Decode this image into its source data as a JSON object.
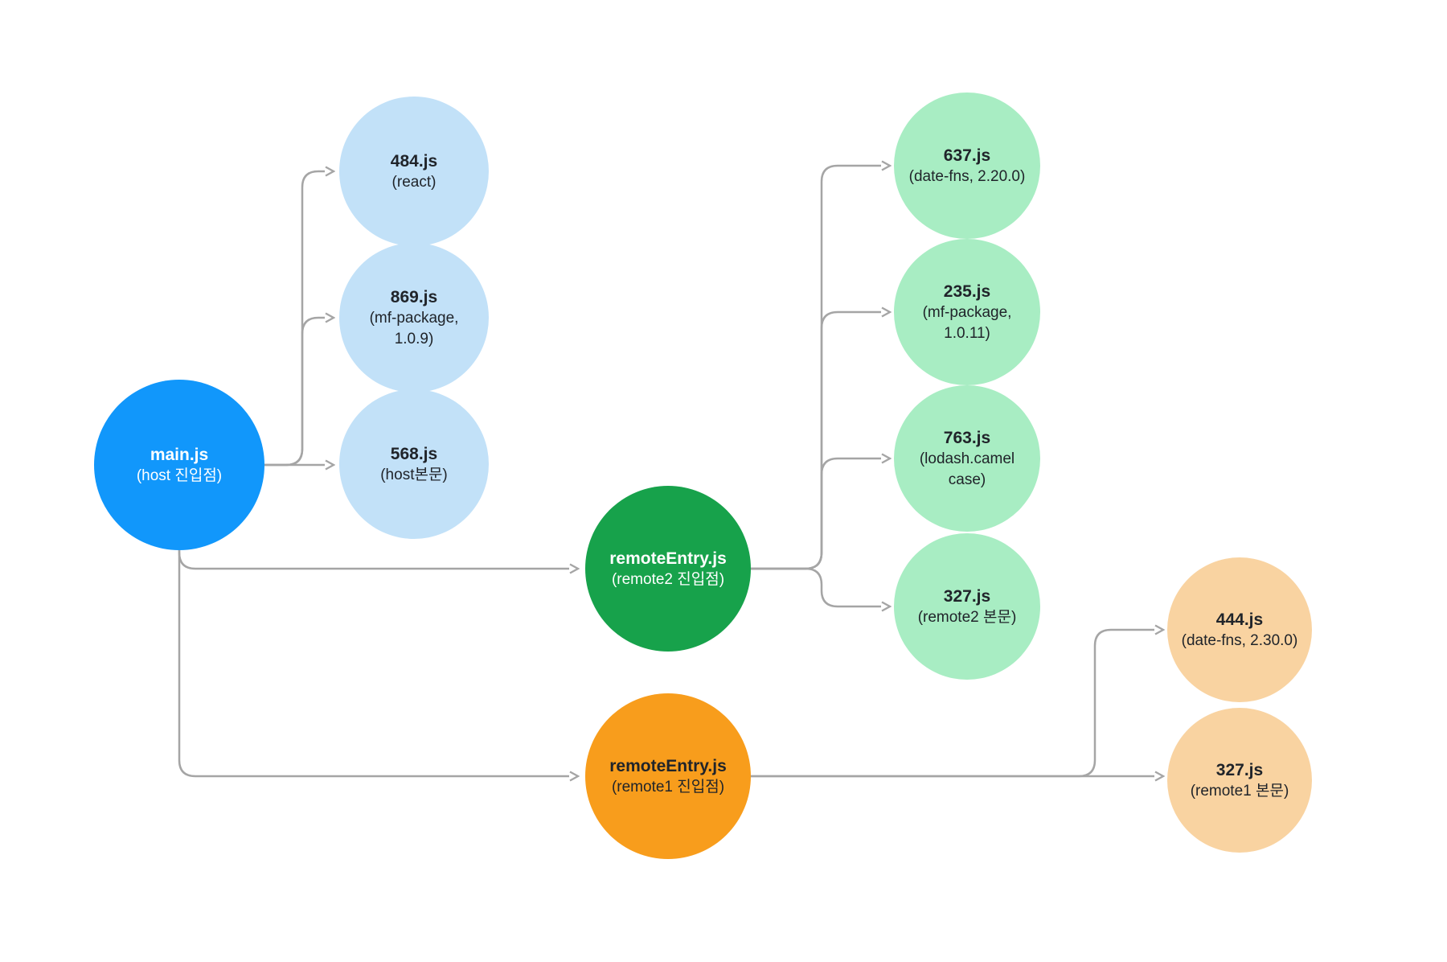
{
  "nodes": [
    {
      "id": "main",
      "title": "main.js",
      "subtitle": "(host 진입점)",
      "fill": "#1197fb",
      "text_color": "#ffffff"
    },
    {
      "id": "chunk484",
      "title": "484.js",
      "subtitle": "(react)",
      "fill": "#c2e1f8",
      "text_color": "#20242a"
    },
    {
      "id": "chunk869",
      "title": "869.js",
      "subtitle": "(mf-package, 1.0.9)",
      "fill": "#c2e1f8",
      "text_color": "#20242a"
    },
    {
      "id": "chunk568",
      "title": "568.js",
      "subtitle": "(host본문)",
      "fill": "#c2e1f8",
      "text_color": "#20242a"
    },
    {
      "id": "remote2",
      "title": "remoteEntry.js",
      "subtitle": "(remote2 진입점)",
      "fill": "#17a24b",
      "text_color": "#ffffff"
    },
    {
      "id": "chunk637",
      "title": "637.js",
      "subtitle": "(date-fns, 2.20.0)",
      "fill": "#a8edc3",
      "text_color": "#20242a"
    },
    {
      "id": "chunk235",
      "title": "235.js",
      "subtitle": "(mf-package, 1.0.11)",
      "fill": "#a8edc3",
      "text_color": "#20242a"
    },
    {
      "id": "chunk763",
      "title": "763.js",
      "subtitle": "(lodash.camel case)",
      "fill": "#a8edc3",
      "text_color": "#20242a"
    },
    {
      "id": "chunk327r2",
      "title": "327.js",
      "subtitle": "(remote2 본문)",
      "fill": "#a8edc3",
      "text_color": "#20242a"
    },
    {
      "id": "remote1",
      "title": "remoteEntry.js",
      "subtitle": "(remote1 진입점)",
      "fill": "#f89d1c",
      "text_color": "#20242a"
    },
    {
      "id": "chunk444",
      "title": "444.js",
      "subtitle": "(date-fns, 2.30.0)",
      "fill": "#f9d3a1",
      "text_color": "#20242a"
    },
    {
      "id": "chunk327r1",
      "title": "327.js",
      "subtitle": "(remote1 본문)",
      "fill": "#f9d3a1",
      "text_color": "#20242a"
    }
  ],
  "edges": [
    {
      "from": "main.js",
      "to": "484.js (react)"
    },
    {
      "from": "main.js",
      "to": "869.js (mf-package, 1.0.9)"
    },
    {
      "from": "main.js",
      "to": "568.js (host본문)"
    },
    {
      "from": "main.js",
      "to": "remoteEntry.js (remote2 진입점)"
    },
    {
      "from": "main.js",
      "to": "remoteEntry.js (remote1 진입점)"
    },
    {
      "from": "remoteEntry.js (remote2)",
      "to": "637.js (date-fns, 2.20.0)"
    },
    {
      "from": "remoteEntry.js (remote2)",
      "to": "235.js (mf-package, 1.0.11)"
    },
    {
      "from": "remoteEntry.js (remote2)",
      "to": "763.js (lodash.camel case)"
    },
    {
      "from": "remoteEntry.js (remote2)",
      "to": "327.js (remote2 본문)"
    },
    {
      "from": "remoteEntry.js (remote1)",
      "to": "444.js (date-fns, 2.30.0)"
    },
    {
      "from": "remoteEntry.js (remote1)",
      "to": "327.js (remote1 본문)"
    }
  ],
  "palette": {
    "host_entry": "#1197fb",
    "host_chunk": "#c2e1f8",
    "remote2_entry": "#17a24b",
    "remote2_chunk": "#a8edc3",
    "remote1_entry": "#f89d1c",
    "remote1_chunk": "#f9d3a1",
    "edge_line": "#a5a5a5",
    "background": "#ffffff"
  }
}
